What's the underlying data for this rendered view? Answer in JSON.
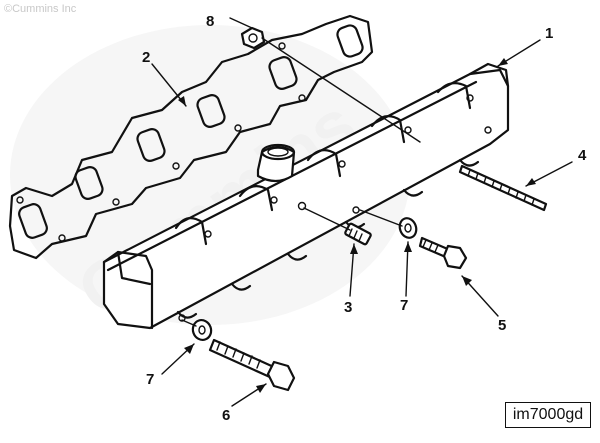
{
  "watermark": {
    "copyright": "©Cummins Inc",
    "background_logo_text": "Cummins"
  },
  "figure_id": "im7000gd",
  "callouts": [
    {
      "id": "callout-1",
      "label": "1"
    },
    {
      "id": "callout-2",
      "label": "2"
    },
    {
      "id": "callout-3",
      "label": "3"
    },
    {
      "id": "callout-4",
      "label": "4"
    },
    {
      "id": "callout-5",
      "label": "5"
    },
    {
      "id": "callout-6",
      "label": "6"
    },
    {
      "id": "callout-7a",
      "label": "7"
    },
    {
      "id": "callout-7b",
      "label": "7"
    },
    {
      "id": "callout-8",
      "label": "8"
    }
  ],
  "colors": {
    "ink": "#111111",
    "background": "#ffffff",
    "watermark": "#c8c8c8"
  }
}
